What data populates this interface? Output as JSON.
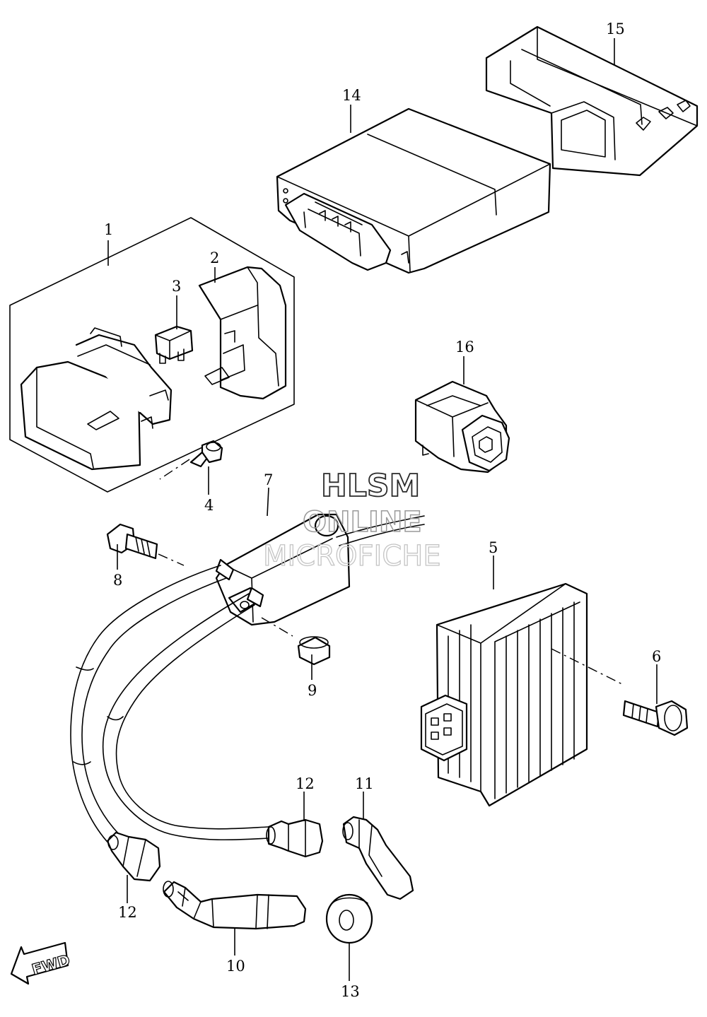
{
  "watermark": {
    "line1": "HLSM",
    "line2": "ONLINE",
    "line3": "MICROFICHE"
  },
  "fwd_arrow": {
    "label": "FWD",
    "icon": "fwd-arrow-icon"
  },
  "callouts": {
    "p1": "1",
    "p2": "2",
    "p3": "3",
    "p4": "4",
    "p5": "5",
    "p6": "6",
    "p7": "7",
    "p8": "8",
    "p9": "9",
    "p10": "10",
    "p11": "11",
    "p12a": "12",
    "p12b": "12",
    "p13": "13",
    "p14": "14",
    "p15": "15",
    "p16": "16"
  },
  "colors": {
    "line": "#000000",
    "background": "#ffffff"
  }
}
